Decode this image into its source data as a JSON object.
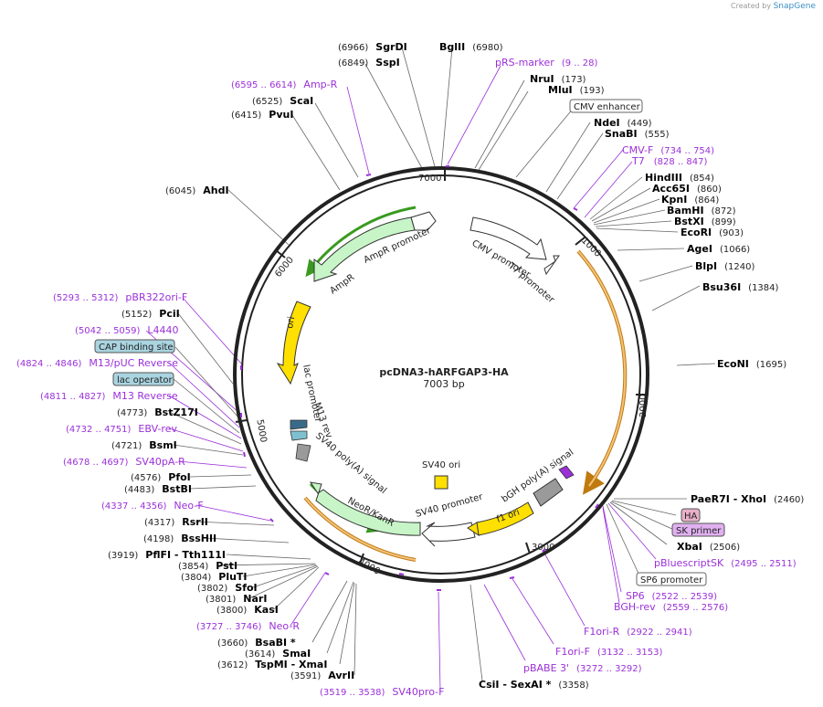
{
  "credit": {
    "prefix": "Created by",
    "brand": "SnapGene"
  },
  "plasmid": {
    "name": "pcDNA3-hARFGAP3-HA",
    "length": "7003 bp"
  },
  "ticks": [
    "1000",
    "2000",
    "3000",
    "4000",
    "5000",
    "6000",
    "7000"
  ],
  "features": {
    "cmv_promoter": "CMV promoter",
    "t7_promoter": "T7 promoter",
    "ampr_promoter": "AmpR promoter",
    "ampr": "AmpR",
    "ori": "ori",
    "lac_promoter": "lac promoter",
    "m13_rev": "M13 rev",
    "sv40_polya": "SV40 poly(A) signal",
    "neor": "NeoR/KanR",
    "sv40_promoter": "SV40 promoter",
    "sv40_ori": "SV40 ori",
    "f1_ori": "f1 ori",
    "bgh_polya": "bGH poly(A) signal"
  },
  "labels": [
    {
      "id": "sgrdi",
      "pos": "(6966)",
      "name": "SgrDI"
    },
    {
      "id": "bglii",
      "name": "BglII",
      "pos": "(6980)"
    },
    {
      "id": "prs_marker",
      "name": "pRS-marker",
      "pos": "(9 .. 28)"
    },
    {
      "id": "ssp1",
      "pos": "(6849)",
      "name": "SspI"
    },
    {
      "id": "nrui",
      "name": "NruI",
      "pos": "(173)"
    },
    {
      "id": "mlui",
      "name": "MluI",
      "pos": "(193)"
    },
    {
      "id": "ampr_primer",
      "pos": "(6595 .. 6614)",
      "name": "Amp-R"
    },
    {
      "id": "cmv_enh",
      "name": "CMV enhancer"
    },
    {
      "id": "scai",
      "pos": "(6525)",
      "name": "ScaI"
    },
    {
      "id": "pvui",
      "pos": "(6415)",
      "name": "PvuI"
    },
    {
      "id": "ndei",
      "name": "NdeI",
      "pos": "(449)"
    },
    {
      "id": "snabi",
      "name": "SnaBI",
      "pos": "(555)"
    },
    {
      "id": "cmvf",
      "name": "CMV-F",
      "pos": "(734 .. 754)"
    },
    {
      "id": "t7",
      "name": "T7",
      "pos": "(828 .. 847)"
    },
    {
      "id": "ahdi",
      "pos": "(6045)",
      "name": "AhdI"
    },
    {
      "id": "hindiii",
      "name": "HindIII",
      "pos": "(854)"
    },
    {
      "id": "acc65i",
      "name": "Acc65I",
      "pos": "(860)"
    },
    {
      "id": "kpni",
      "name": "KpnI",
      "pos": "(864)"
    },
    {
      "id": "bamhi",
      "name": "BamHI",
      "pos": "(872)"
    },
    {
      "id": "bstxi",
      "name": "BstXI",
      "pos": "(899)"
    },
    {
      "id": "ecori",
      "name": "EcoRI",
      "pos": "(903)"
    },
    {
      "id": "agei",
      "name": "AgeI",
      "pos": "(1066)"
    },
    {
      "id": "blpi",
      "name": "BlpI",
      "pos": "(1240)"
    },
    {
      "id": "bsu36i",
      "name": "Bsu36I",
      "pos": "(1384)"
    },
    {
      "id": "pbr322",
      "pos": "(5293 .. 5312)",
      "name": "pBR322ori-F"
    },
    {
      "id": "pcii",
      "pos": "(5152)",
      "name": "PciI"
    },
    {
      "id": "l4440",
      "pos": "(5042 .. 5059)",
      "name": "L4440"
    },
    {
      "id": "cap",
      "name": "CAP binding site"
    },
    {
      "id": "m13puc",
      "pos": "(4824 .. 4846)",
      "name": "M13/pUC Reverse"
    },
    {
      "id": "lacop",
      "name": "lac operator"
    },
    {
      "id": "econi",
      "name": "EcoNI",
      "pos": "(1695)"
    },
    {
      "id": "m13rev",
      "pos": "(4811 .. 4827)",
      "name": "M13 Reverse"
    },
    {
      "id": "bstz17i",
      "pos": "(4773)",
      "name": "BstZ17I"
    },
    {
      "id": "ebvrev",
      "pos": "(4732 .. 4751)",
      "name": "EBV-rev"
    },
    {
      "id": "bsmi",
      "pos": "(4721)",
      "name": "BsmI"
    },
    {
      "id": "sv40par",
      "pos": "(4678 .. 4697)",
      "name": "SV40pA-R"
    },
    {
      "id": "pfoi",
      "pos": "(4576)",
      "name": "PfoI"
    },
    {
      "id": "bstbi",
      "pos": "(4483)",
      "name": "BstBI"
    },
    {
      "id": "neof",
      "pos": "(4337 .. 4356)",
      "name": "Neo-F"
    },
    {
      "id": "rsrii",
      "pos": "(4317)",
      "name": "RsrII"
    },
    {
      "id": "bsshii",
      "pos": "(4198)",
      "name": "BssHII"
    },
    {
      "id": "pflfi",
      "pos": "(3919)",
      "name": "PflFI  - Tth111I"
    },
    {
      "id": "psti",
      "pos": "(3854)",
      "name": "PstI"
    },
    {
      "id": "plutI",
      "pos": "(3804)",
      "name": "PluTI"
    },
    {
      "id": "sfoi",
      "pos": "(3802)",
      "name": "SfoI"
    },
    {
      "id": "nari",
      "pos": "(3801)",
      "name": "NarI"
    },
    {
      "id": "kasi",
      "pos": "(3800)",
      "name": "KasI"
    },
    {
      "id": "neor_primer",
      "pos": "(3727 .. 3746)",
      "name": "Neo-R"
    },
    {
      "id": "bsabi",
      "pos": "(3660)",
      "name": "BsaBI  *"
    },
    {
      "id": "smai",
      "pos": "(3614)",
      "name": "SmaI"
    },
    {
      "id": "tspmi",
      "pos": "(3612)",
      "name": "TspMI  - XmaI"
    },
    {
      "id": "avrii",
      "pos": "(3591)",
      "name": "AvrII"
    },
    {
      "id": "sv40pro",
      "pos": "(3519 .. 3538)",
      "name": "SV40pro-F"
    },
    {
      "id": "csii",
      "name": "CsiI  - SexAI  *",
      "pos": "(3358)"
    },
    {
      "id": "pbabe",
      "name": "pBABE 3'",
      "pos": "(3272 .. 3292)"
    },
    {
      "id": "f1orif",
      "name": "F1ori-F",
      "pos": "(3132 .. 3153)"
    },
    {
      "id": "f1orir",
      "name": "F1ori-R",
      "pos": "(2922 .. 2941)"
    },
    {
      "id": "bghrev",
      "name": "BGH-rev",
      "pos": "(2559 .. 2576)"
    },
    {
      "id": "sp6",
      "name": "SP6",
      "pos": "(2522 .. 2539)"
    },
    {
      "id": "sp6prom",
      "name": "SP6 promoter"
    },
    {
      "id": "pbluescript",
      "name": "pBluescriptSK",
      "pos": "(2495 .. 2511)"
    },
    {
      "id": "xbai",
      "name": "XbaI",
      "pos": "(2506)"
    },
    {
      "id": "skprimer",
      "name": "SK primer"
    },
    {
      "id": "ha",
      "name": "HA"
    },
    {
      "id": "paer7i",
      "name": "PaeR7I  - XhoI",
      "pos": "(2460)"
    }
  ],
  "colors": {
    "ring": "#222222",
    "primer": "#9b30d9",
    "enzyme": "#000000",
    "orange_arc": "#f0a020",
    "green_arc": "#3a9a20",
    "yellow_feature": "#ffe000",
    "neo_fill": "#c8f5c8",
    "grey_feature": "#9a9a9a"
  }
}
